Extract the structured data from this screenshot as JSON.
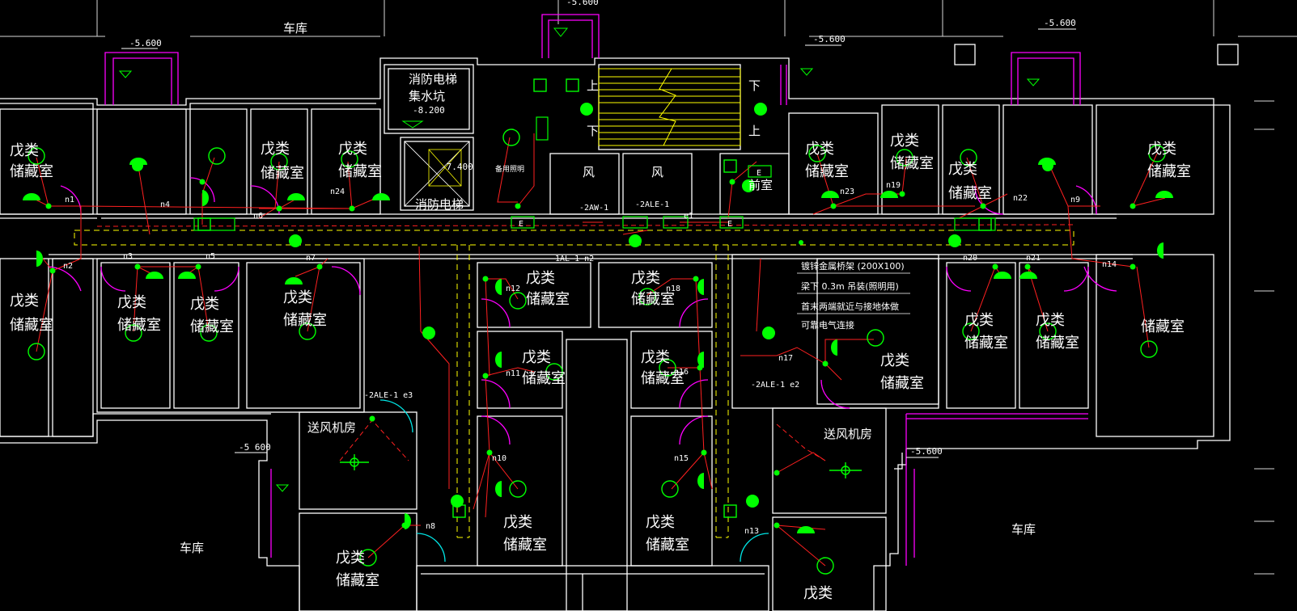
{
  "drawing": {
    "garage_top": "车库",
    "garage_left": "车库",
    "garage_right": "车库",
    "storage_room": "戊类\n储藏室",
    "storage_left_top": "戊类",
    "storage_left_bottom": "储藏室",
    "storage_right_only": "储藏室",
    "storage_partial": "戊类",
    "elevator_pit_line1": "消防电梯",
    "elevator_pit_line2": "集水坑",
    "elevator_pit_elev": "-8.200",
    "fire_elevator": "消防电梯",
    "elevator_elev": "-7.400",
    "front_room": "前室",
    "duct_a": "风",
    "duct_b": "风",
    "supply_fan_room_left": "送风机房",
    "supply_fan_room_right": "送风机房",
    "elev_5600": "-5.600",
    "elev_5600_b": "-5 600",
    "stair_up": "上",
    "stair_down": "下",
    "spare_label": "备用照明",
    "lamp_e": "E",
    "note_line1": "镀锌金属桥架    (200X100)",
    "note_line2": "梁下 0.3m    吊装(照明用)",
    "note_line3": "首末两端就近与接地体做",
    "note_line4": "可靠电气连接",
    "circuits": [
      "n1",
      "n2",
      "n3",
      "n4",
      "n5",
      "n6",
      "n7",
      "n8",
      "n9",
      "n10",
      "n11",
      "n12",
      "n13",
      "n14",
      "n15",
      "n16",
      "n17",
      "n18",
      "n19",
      "n20",
      "n21",
      "n22",
      "n23",
      "n24"
    ],
    "panel_ids": [
      "-2AW-1",
      "-2ALE-1",
      "-1AL-1 n2",
      "-2ALE-1 e3",
      "-2ALE-1 e2",
      "e1"
    ]
  }
}
